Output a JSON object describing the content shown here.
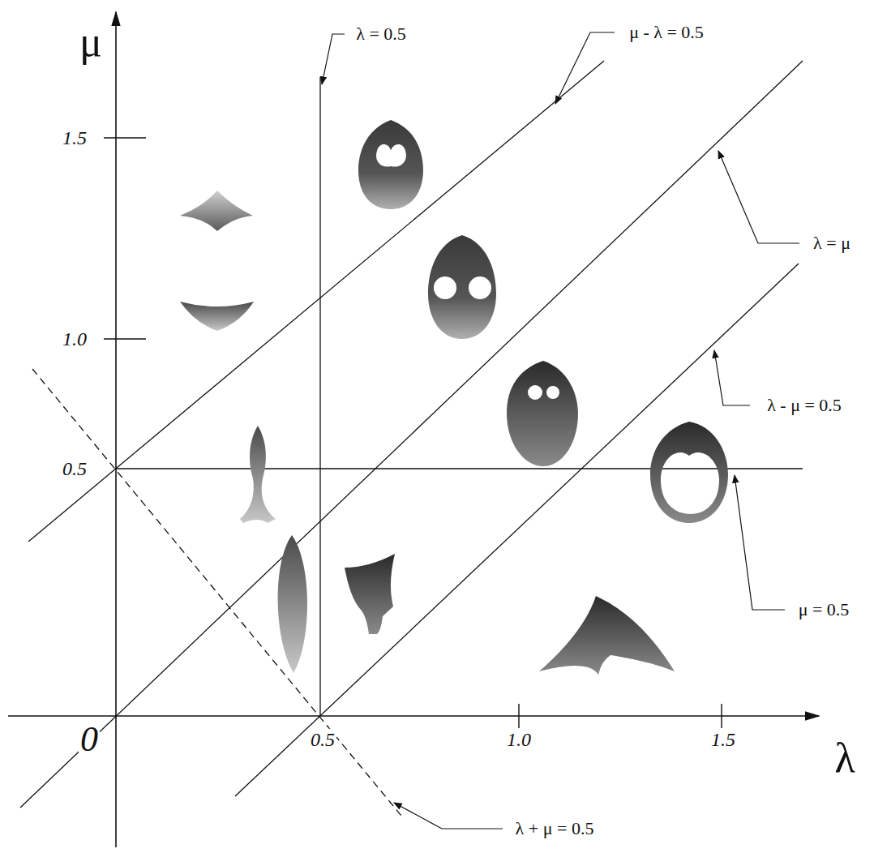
{
  "diagram": {
    "labels": [
      "μ",
      "λ = 0.5",
      "μ - λ = 0.5",
      "1.5",
      "λ = μ",
      "1.0",
      "λ - μ = 0.5",
      "0.5",
      "μ = 0.5",
      "0",
      "0.5",
      "1.0",
      "1.5",
      "λ",
      "λ + μ = 0.5"
    ]
  }
}
